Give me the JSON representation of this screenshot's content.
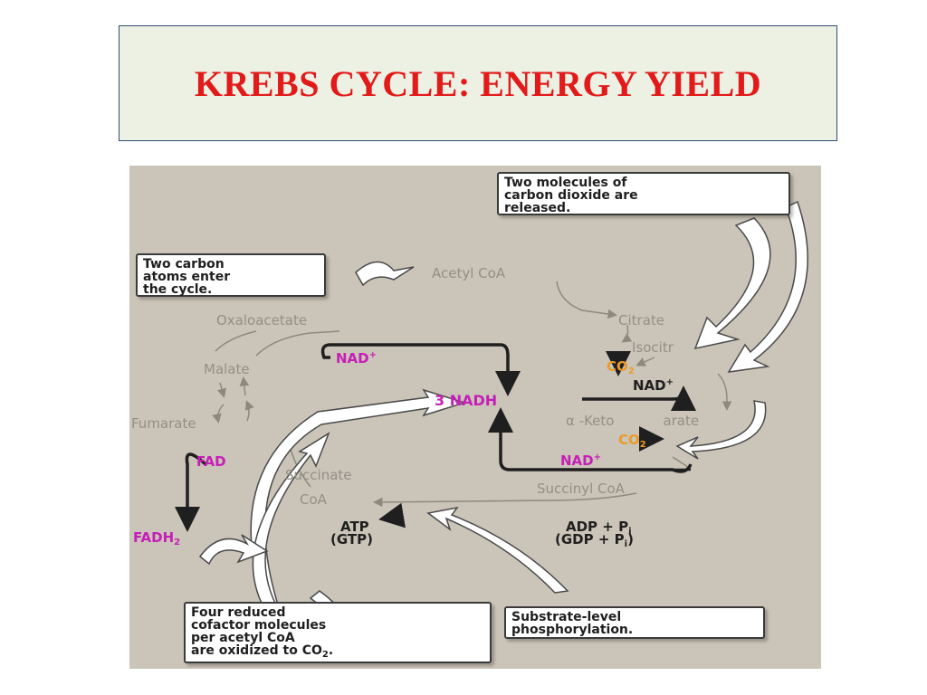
{
  "title": "KREBS CYCLE: ENERGY YIELD",
  "colors": {
    "title_text": "#e21a1a",
    "title_background": "#edf1e4",
    "title_border": "#2f4d74",
    "figure_background": "#cbc4b8",
    "cofactor_magenta": "#c51fb8",
    "co2_orange": "#ea9b2a"
  },
  "callouts": {
    "co2_released": [
      "Two molecules of",
      "carbon dioxide are",
      "released."
    ],
    "carbons_enter": [
      "Two carbon",
      "atoms enter",
      "the cycle."
    ],
    "reduced_cofactors": [
      "Four reduced",
      "cofactor molecules",
      "per acetyl CoA",
      "are oxidized to CO"
    ],
    "reduced_cofactors_sub": "2",
    "reduced_cofactors_end": ".",
    "substrate_level": [
      "Substrate-level",
      "phosphorylation."
    ]
  },
  "metabolites": {
    "acetyl_coa": "Acetyl CoA",
    "oxaloacetate": "Oxaloacetate",
    "citrate": "Citrate",
    "isocitrate": "Isocitr",
    "malate": "Malate",
    "fumarate": "Fumarate",
    "alpha_keto": "α -Keto",
    "alpha_keto_end": "arate",
    "succinate": "Succinate",
    "coa": "CoA",
    "succinyl_coa": "Succinyl CoA"
  },
  "cofactors": {
    "nad_left": "NAD",
    "nad_left_sup": "+",
    "nad_right": "NAD",
    "nad_right_sup": "+",
    "nad_lower": "NAD",
    "nad_lower_sup": "+",
    "nadh": "3 NADH",
    "fad": "FAD",
    "fadh": "FADH",
    "fadh_sub": "2",
    "co2_upper": "CO",
    "co2_upper_sub": "2",
    "co2_lower": "CO",
    "co2_lower_sub": "2",
    "atp": "ATP",
    "gtp": "(GTP)",
    "adp": "ADP + P",
    "adp_sub": "i",
    "gdp": "(GDP + P",
    "gdp_sub": "i",
    "gdp_end": ")"
  }
}
